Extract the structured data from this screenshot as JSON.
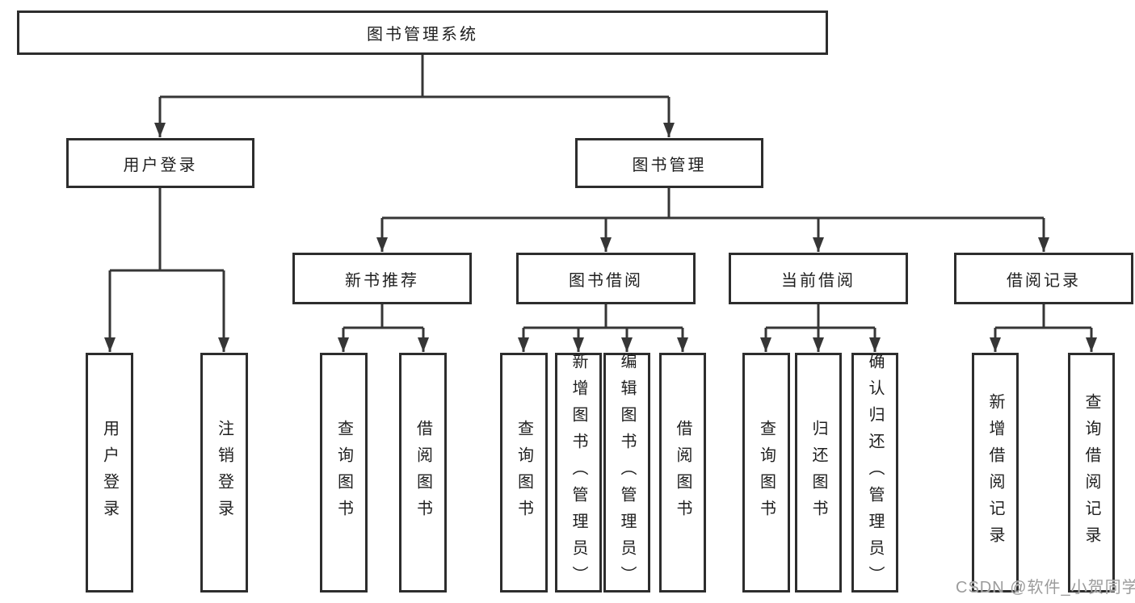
{
  "tree": {
    "label": "图书管理系统",
    "children": [
      {
        "label": "用户登录",
        "children": [
          {
            "label": "用户登录"
          },
          {
            "label": "注销登录"
          }
        ]
      },
      {
        "label": "图书管理",
        "children": [
          {
            "label": "新书推荐",
            "children": [
              {
                "label": "查询图书"
              },
              {
                "label": "借阅图书"
              }
            ]
          },
          {
            "label": "图书借阅",
            "children": [
              {
                "label": "查询图书"
              },
              {
                "label": "新增图书（管理员）"
              },
              {
                "label": "编辑图书（管理员）"
              },
              {
                "label": "借阅图书"
              }
            ]
          },
          {
            "label": "当前借阅",
            "children": [
              {
                "label": "查询图书"
              },
              {
                "label": "归还图书"
              },
              {
                "label": "确认归还（管理员）"
              }
            ]
          },
          {
            "label": "借阅记录",
            "children": [
              {
                "label": "新增借阅记录"
              },
              {
                "label": "查询借阅记录"
              }
            ]
          }
        ]
      }
    ]
  },
  "watermark": {
    "text": "CSDN @软件_小贺同学"
  },
  "colors": {
    "line": "#363636",
    "box_border": "#2d2d2d",
    "text": "#1f1f1f",
    "watermark": "#9c9c9c"
  }
}
